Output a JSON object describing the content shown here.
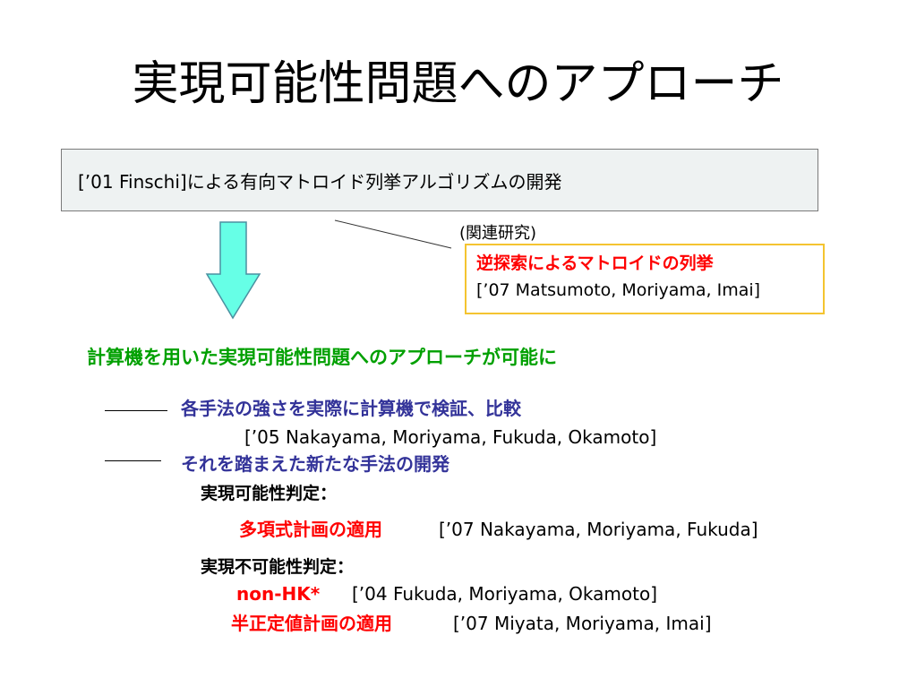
{
  "slide": {
    "title": "実現可能性問題へのアプローチ",
    "top_box_text": "[’01 Finschi]による有向マトロイド列挙アルゴリズムの開発",
    "related": {
      "label": "(関連研究)",
      "line1": "逆探索によるマトロイドの列挙",
      "line2": "[’07 Matsumoto, Moriyama, Imai]"
    },
    "conclusion": "計算機を用いた実現可能性問題へのアプローチが可能に",
    "item1": {
      "text": "各手法の強さを実際に計算機で検証、比較",
      "ref": "[’05 Nakayama, Moriyama, Fukuda, Okamoto]"
    },
    "item2": {
      "text": "それを踏まえた新たな手法の開発",
      "realizability": {
        "heading": "実現可能性判定：",
        "method": "多項式計画の適用",
        "ref": "[’07 Nakayama, Moriyama, Fukuda]"
      },
      "non_realizability": {
        "heading": "実現不可能性判定：",
        "method1": "non-HK*",
        "ref1": "[’04 Fukuda, Moriyama, Okamoto]",
        "method2": "半正定値計画の適用",
        "ref2": "[’07 Miyata, Moriyama, Imai]"
      }
    }
  },
  "colors": {
    "arrow_fill": "#66ffe6",
    "arrow_stroke": "#4a90a0",
    "green_text": "#00a000",
    "blue_text": "#333399",
    "red_text": "#ff0000",
    "related_border": "#f4c430"
  }
}
